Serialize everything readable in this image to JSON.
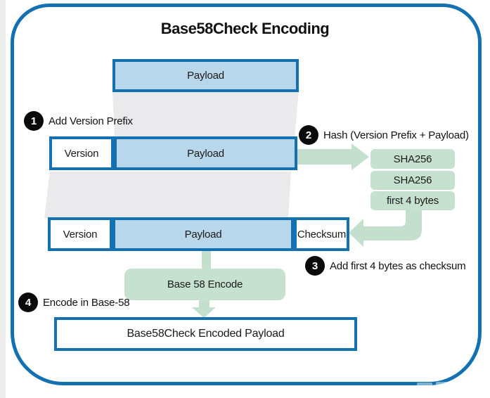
{
  "title": "Base58Check Encoding",
  "diagram": {
    "payload_top": "Payload",
    "row2": {
      "version": "Version",
      "payload": "Payload"
    },
    "row3": {
      "version": "Version",
      "payload": "Payload",
      "checksum": "Checksum"
    },
    "hash_boxes": [
      "SHA256",
      "SHA256",
      "first 4 bytes"
    ],
    "encode_box": "Base 58 Encode",
    "result_box": "Base58Check Encoded Payload"
  },
  "steps": [
    {
      "number": "1",
      "label": "Add Version Prefix"
    },
    {
      "number": "2",
      "label": "Hash (Version Prefix + Payload)"
    },
    {
      "number": "3",
      "label": "Add first 4 bytes as checksum"
    },
    {
      "number": "4",
      "label": "Encode in Base-58"
    }
  ],
  "colors": {
    "frame_blue": "#1371b1",
    "box_fill_blue": "#b9d7ea",
    "process_green": "#c6e1d0",
    "arrow_green": "#c4dfce",
    "funnel_gray": "#eaeaec"
  }
}
